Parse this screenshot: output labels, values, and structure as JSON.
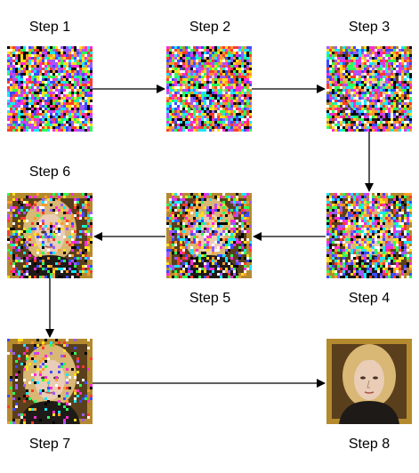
{
  "steps": [
    {
      "label": "Step 1",
      "noise": 1.0
    },
    {
      "label": "Step 2",
      "noise": 0.97
    },
    {
      "label": "Step 3",
      "noise": 0.88
    },
    {
      "label": "Step 4",
      "noise": 0.72
    },
    {
      "label": "Step 5",
      "noise": 0.55
    },
    {
      "label": "Step 6",
      "noise": 0.38
    },
    {
      "label": "Step 7",
      "noise": 0.2
    },
    {
      "label": "Step 8",
      "noise": 0.0
    }
  ],
  "colors": {
    "arrow": "#000000",
    "label": "#000000",
    "background": "#ffffff",
    "hair": "#d9b774",
    "skin": "#e9cdb6",
    "frame": "#b48a2e",
    "coat": "#1e1a18"
  }
}
